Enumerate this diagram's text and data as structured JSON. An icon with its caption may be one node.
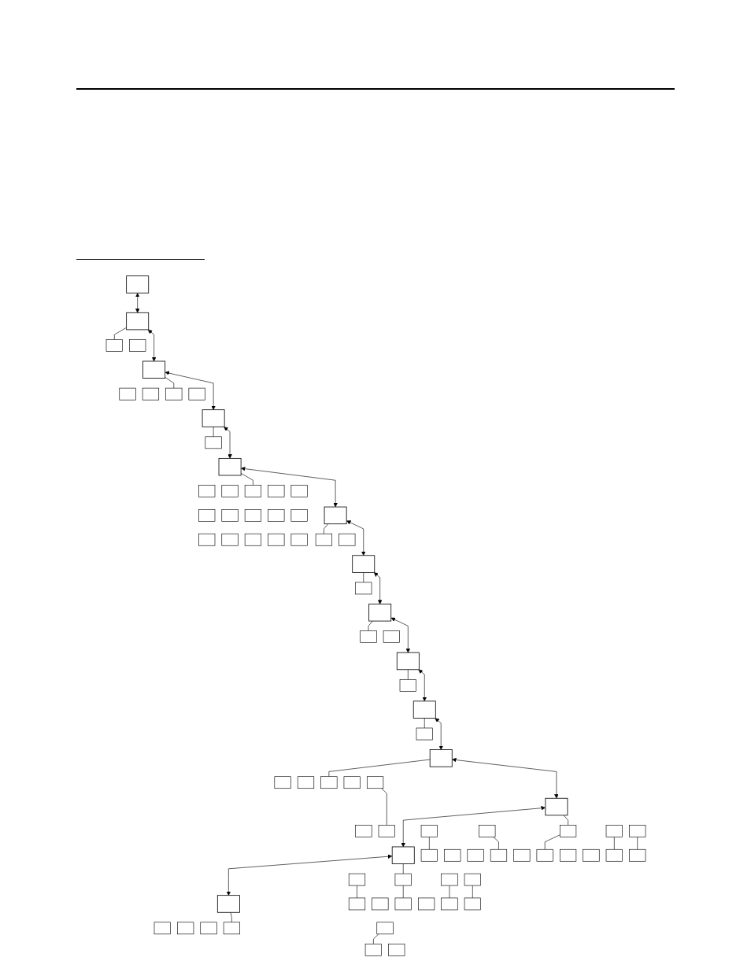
{
  "diagram": {
    "nodes": [
      {
        "text": [],
        "shape": "box"
      },
      {
        "text": [],
        "shape": "box"
      },
      {
        "text": [],
        "shape": "box"
      },
      {
        "text": [],
        "shape": "box"
      },
      {
        "text": [],
        "shape": "box"
      },
      {
        "text": [],
        "shape": "box"
      },
      {
        "text": [],
        "shape": "box"
      },
      {
        "text": [],
        "shape": "box"
      },
      {
        "text": [],
        "shape": "box"
      },
      {
        "text": [],
        "shape": "box"
      },
      {
        "text": [],
        "shape": "box"
      },
      {
        "text": [],
        "shape": "box"
      },
      {
        "text": [],
        "shape": "box"
      },
      {
        "text": [],
        "shape": "box"
      },
      {
        "text": [],
        "shape": "box"
      },
      {
        "text": [],
        "shape": "box"
      },
      {
        "text": [],
        "shape": "box"
      },
      {
        "text": [],
        "shape": "box"
      },
      {
        "text": [],
        "shape": "box"
      },
      {
        "text": [],
        "shape": "box"
      },
      {
        "text": [],
        "shape": "box"
      },
      {
        "text": [],
        "shape": "box"
      },
      {
        "text": [],
        "shape": "box"
      },
      {
        "text": [],
        "shape": "box"
      },
      {
        "text": [],
        "shape": "box"
      },
      {
        "text": [],
        "shape": "box"
      },
      {
        "text": [],
        "shape": "box"
      },
      {
        "text": [],
        "shape": "box"
      },
      {
        "text": [],
        "shape": "box"
      },
      {
        "text": [],
        "shape": "box"
      },
      {
        "text": [],
        "shape": "box"
      },
      {
        "text": [],
        "shape": "box"
      },
      {
        "text": [],
        "shape": "box"
      },
      {
        "text": [],
        "shape": "box"
      },
      {
        "text": [],
        "shape": "box"
      },
      {
        "text": [],
        "shape": "box"
      },
      {
        "text": [],
        "shape": "box"
      },
      {
        "text": [],
        "shape": "box"
      },
      {
        "text": [],
        "shape": "box"
      },
      {
        "text": [],
        "shape": "box"
      },
      {
        "text": [],
        "shape": "box"
      },
      {
        "text": [],
        "shape": "box"
      },
      {
        "text": [],
        "shape": "box"
      },
      {
        "text": [],
        "shape": "box"
      },
      {
        "text": [],
        "shape": "box"
      },
      {
        "text": [],
        "shape": "box"
      },
      {
        "text": [],
        "shape": "box"
      },
      {
        "text": [],
        "shape": "box"
      },
      {
        "text": [],
        "shape": "box"
      },
      {
        "text": [],
        "shape": "box"
      },
      {
        "text": [],
        "shape": "box"
      },
      {
        "text": [],
        "shape": "box"
      },
      {
        "text": [],
        "shape": "box"
      },
      {
        "text": [],
        "shape": "box"
      },
      {
        "text": [],
        "shape": "box"
      },
      {
        "text": [],
        "shape": "box"
      },
      {
        "text": [],
        "shape": "box"
      },
      {
        "text": [],
        "shape": "box"
      },
      {
        "text": [],
        "shape": "box"
      },
      {
        "text": [],
        "shape": "box"
      },
      {
        "text": [],
        "shape": "box"
      },
      {
        "text": [],
        "shape": "box"
      },
      {
        "text": [],
        "shape": "box"
      },
      {
        "text": [],
        "shape": "box"
      },
      {
        "text": [],
        "shape": "box"
      },
      {
        "text": [],
        "shape": "box"
      },
      {
        "text": [],
        "shape": "box"
      },
      {
        "text": [],
        "shape": "box"
      },
      {
        "text": [],
        "shape": "box"
      },
      {
        "text": [],
        "shape": "box"
      },
      {
        "text": [],
        "shape": "box"
      },
      {
        "text": [],
        "shape": "box"
      },
      {
        "text": [],
        "shape": "box"
      },
      {
        "text": [],
        "shape": "box"
      },
      {
        "text": [],
        "shape": "box"
      },
      {
        "text": [],
        "shape": "box"
      },
      {
        "text": [],
        "shape": "box"
      },
      {
        "text": [],
        "shape": "box"
      },
      {
        "text": [],
        "shape": "box"
      },
      {
        "text": [],
        "shape": "box"
      },
      {
        "text": [],
        "shape": "box"
      },
      {
        "text": [],
        "shape": "box"
      }
    ],
    "edges": [
      {
        "from": 0,
        "to": 1,
        "arrow": "both"
      },
      {
        "from": 1,
        "to": 2,
        "arrow": "both"
      },
      {
        "from": 2,
        "to": 3,
        "arrow": "both"
      },
      {
        "from": 3,
        "to": 4,
        "arrow": "both"
      },
      {
        "from": 4,
        "to": 5,
        "arrow": "both"
      },
      {
        "from": 5,
        "to": 6,
        "arrow": "both"
      },
      {
        "from": 6,
        "to": 32,
        "arrow": "both"
      },
      {
        "from": 32,
        "to": 33,
        "arrow": "both"
      },
      {
        "from": 33,
        "to": 34,
        "arrow": "both"
      },
      {
        "from": 34,
        "to": 35,
        "arrow": "both"
      },
      {
        "from": 35,
        "to": 47,
        "arrow": "both"
      },
      {
        "from": 47,
        "to": 48,
        "arrow": "both"
      },
      {
        "from": 48,
        "to": 49,
        "arrow": "both"
      },
      {
        "from": 1,
        "to": 7,
        "arrow": "none"
      },
      {
        "from": 2,
        "to": 11,
        "arrow": "none"
      },
      {
        "from": 3,
        "to": 13,
        "arrow": "none"
      },
      {
        "from": 4,
        "to": 16,
        "arrow": "none"
      },
      {
        "from": 5,
        "to": 29,
        "arrow": "none"
      },
      {
        "from": 6,
        "to": 31,
        "arrow": "none"
      },
      {
        "from": 32,
        "to": 36,
        "arrow": "none"
      },
      {
        "from": 33,
        "to": 38,
        "arrow": "none"
      },
      {
        "from": 34,
        "to": 39,
        "arrow": "none"
      },
      {
        "from": 35,
        "to": 42,
        "arrow": "none"
      },
      {
        "from": 44,
        "to": 46,
        "arrow": "none"
      },
      {
        "from": 47,
        "to": 52,
        "arrow": "none"
      },
      {
        "from": 50,
        "to": 55,
        "arrow": "none"
      },
      {
        "from": 51,
        "to": 58,
        "arrow": "none"
      },
      {
        "from": 52,
        "to": 60,
        "arrow": "none"
      },
      {
        "from": 53,
        "to": 63,
        "arrow": "none"
      },
      {
        "from": 54,
        "to": 64,
        "arrow": "none"
      },
      {
        "from": 48,
        "to": 66,
        "arrow": "none"
      },
      {
        "from": 65,
        "to": 69,
        "arrow": "none"
      },
      {
        "from": 66,
        "to": 71,
        "arrow": "none"
      },
      {
        "from": 67,
        "to": 73,
        "arrow": "none"
      },
      {
        "from": 68,
        "to": 74,
        "arrow": "none"
      },
      {
        "from": 49,
        "to": 78,
        "arrow": "none"
      },
      {
        "from": 79,
        "to": 81,
        "arrow": "none"
      }
    ]
  }
}
